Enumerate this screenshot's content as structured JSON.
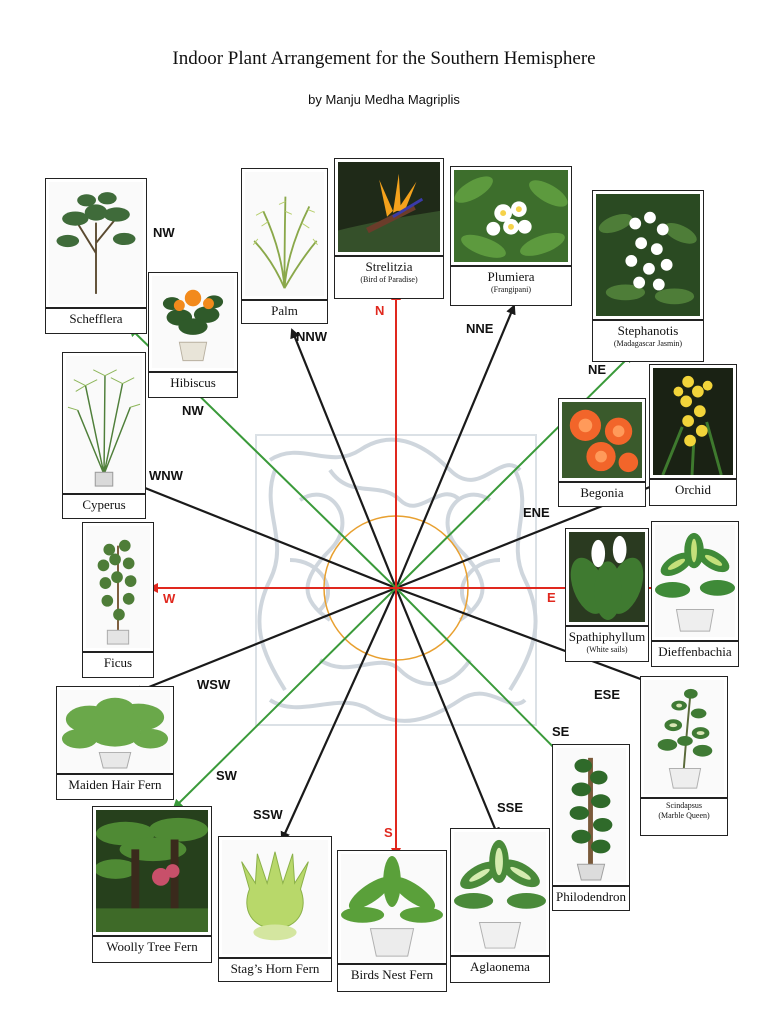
{
  "title": "Indoor Plant Arrangement for the Southern Hemisphere",
  "subtitle": "by Manju Medha Magriplis",
  "directions": {
    "n": "N",
    "nne": "NNE",
    "ne": "NE",
    "ene": "ENE",
    "e": "E",
    "ese": "ESE",
    "se": "SE",
    "sse": "SSE",
    "s": "S",
    "ssw": "SSW",
    "sw": "SW",
    "wsw": "WSW",
    "w": "W",
    "wnw": "WNW",
    "nw_upper": "NW",
    "nw_lower": "NW",
    "nnw": "NNW"
  },
  "plants": {
    "schefflera": {
      "name": "Schefflera"
    },
    "hibiscus": {
      "name": "Hibiscus"
    },
    "palm": {
      "name": "Palm"
    },
    "strelitzia": {
      "name": "Strelitzia",
      "note": "(Bird of Paradise)"
    },
    "plumiera": {
      "name": "Plumiera",
      "note": "(Frangipani)"
    },
    "stephanotis": {
      "name": "Stephanotis",
      "note": "(Madagascar Jasmin)"
    },
    "cyperus": {
      "name": "Cyperus"
    },
    "begonia": {
      "name": "Begonia"
    },
    "orchid": {
      "name": "Orchid"
    },
    "ficus": {
      "name": "Ficus"
    },
    "spathiphyllum": {
      "name": "Spathiphyllum",
      "note": "(White sails)"
    },
    "dieffenbachia": {
      "name": "Dieffenbachia"
    },
    "maiden_hair_fern": {
      "name": "Maiden Hair Fern"
    },
    "scindapsus": {
      "name": "Scindapsus",
      "note": "(Marble Queen)"
    },
    "philodendron": {
      "name": "Philodendron"
    },
    "woolly_tree_fern": {
      "name": "Woolly Tree Fern"
    },
    "stags_horn_fern": {
      "name": "Stag’s Horn Fern"
    },
    "birds_nest_fern": {
      "name": "Birds Nest Fern"
    },
    "aglaonema": {
      "name": "Aglaonema"
    }
  },
  "colors": {
    "black_line": "#1a1a1a",
    "green_line": "#3a9a3a",
    "red_line": "#e0281e",
    "circle": "#e8a030",
    "background_motif": "#c7d0d8"
  }
}
